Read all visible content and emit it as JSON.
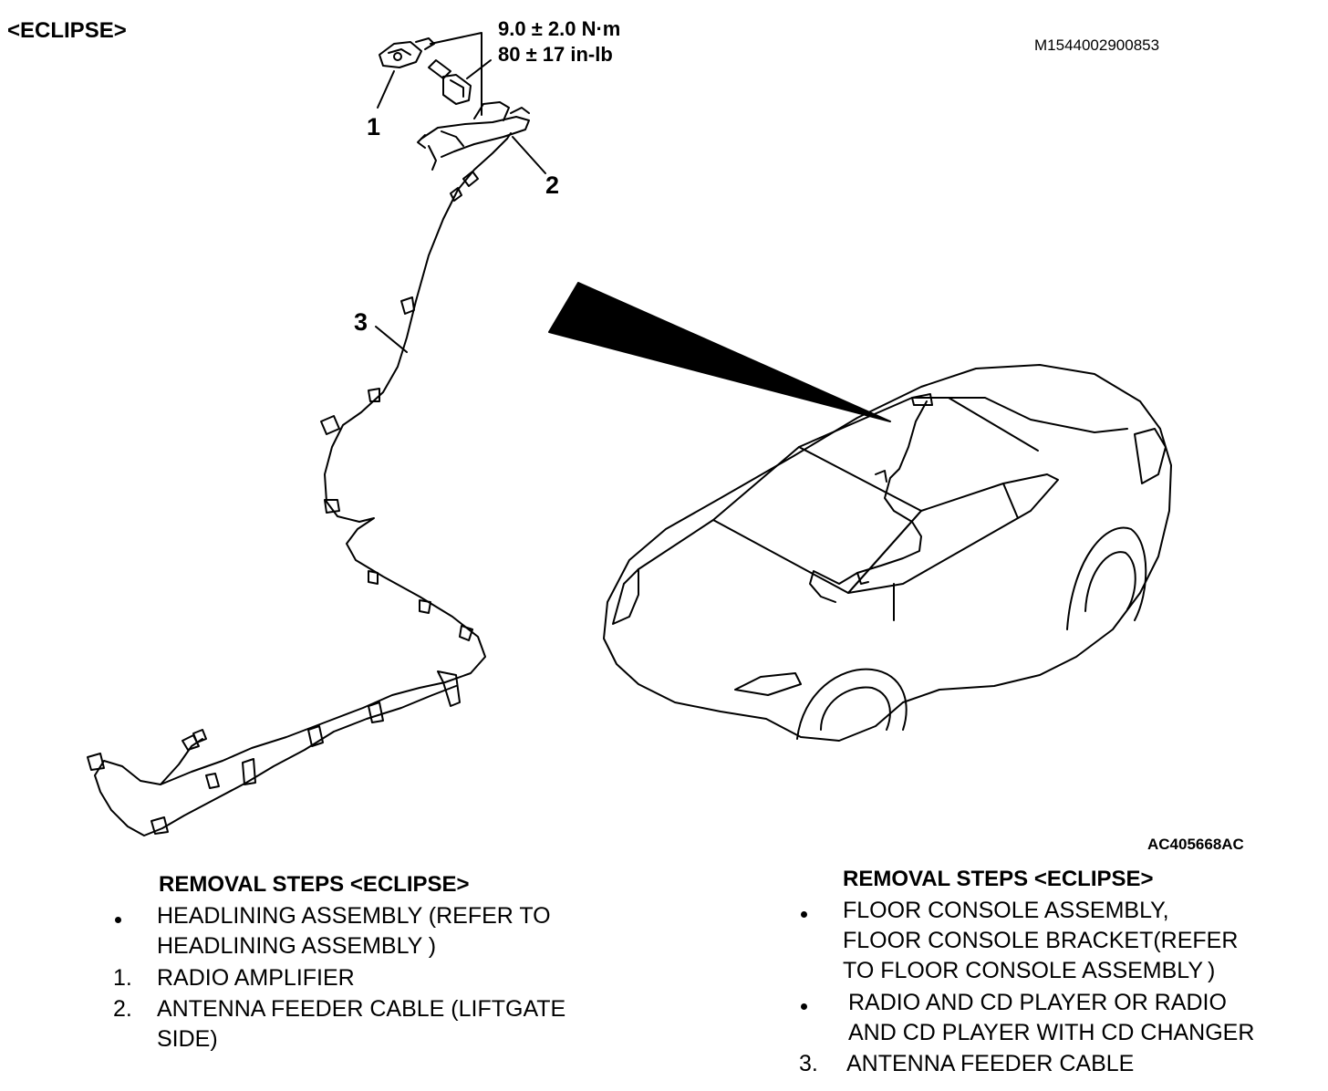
{
  "header": {
    "model_tag": "<ECLIPSE>",
    "doc_code": "M1544002900853"
  },
  "torque": {
    "metric": "9.0 ± 2.0 N·m",
    "imperial": "80 ± 17 in-lb"
  },
  "callouts": [
    "1",
    "2",
    "3"
  ],
  "figure_code": "AC405668AC",
  "left_steps": {
    "title": "REMOVAL STEPS <ECLIPSE>",
    "items": [
      {
        "marker": "•",
        "lines": [
          "HEADLINING ASSEMBLY (REFER TO",
          "HEADLINING ASSEMBLY )"
        ]
      },
      {
        "marker": "1.",
        "lines": [
          "RADIO AMPLIFIER"
        ]
      },
      {
        "marker": "2.",
        "lines": [
          "ANTENNA FEEDER CABLE (LIFTGATE",
          "SIDE)"
        ]
      }
    ]
  },
  "right_steps": {
    "title": "REMOVAL STEPS <ECLIPSE>",
    "items": [
      {
        "marker": "•",
        "lines": [
          "FLOOR CONSOLE ASSEMBLY,",
          "FLOOR CONSOLE BRACKET(REFER",
          "TO FLOOR CONSOLE ASSEMBLY )"
        ]
      },
      {
        "marker": "•",
        "lines": [
          "RADIO AND CD PLAYER OR RADIO",
          "AND CD PLAYER WITH CD CHANGER"
        ]
      },
      {
        "marker": "3.",
        "lines": [
          "ANTENNA FEEDER CABLE"
        ]
      }
    ]
  }
}
